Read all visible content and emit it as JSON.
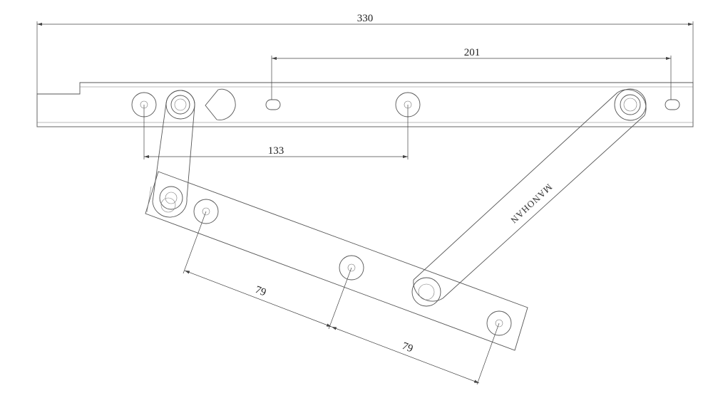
{
  "dimensions": {
    "overall_length": "330",
    "slot_spacing": "201",
    "pivot_spacing": "133",
    "arm_spacing_1": "79",
    "arm_spacing_2": "79"
  },
  "brand_text": "MANOHAN",
  "colors": {
    "line": "#555555",
    "dimension": "#444444",
    "background": "#ffffff"
  }
}
